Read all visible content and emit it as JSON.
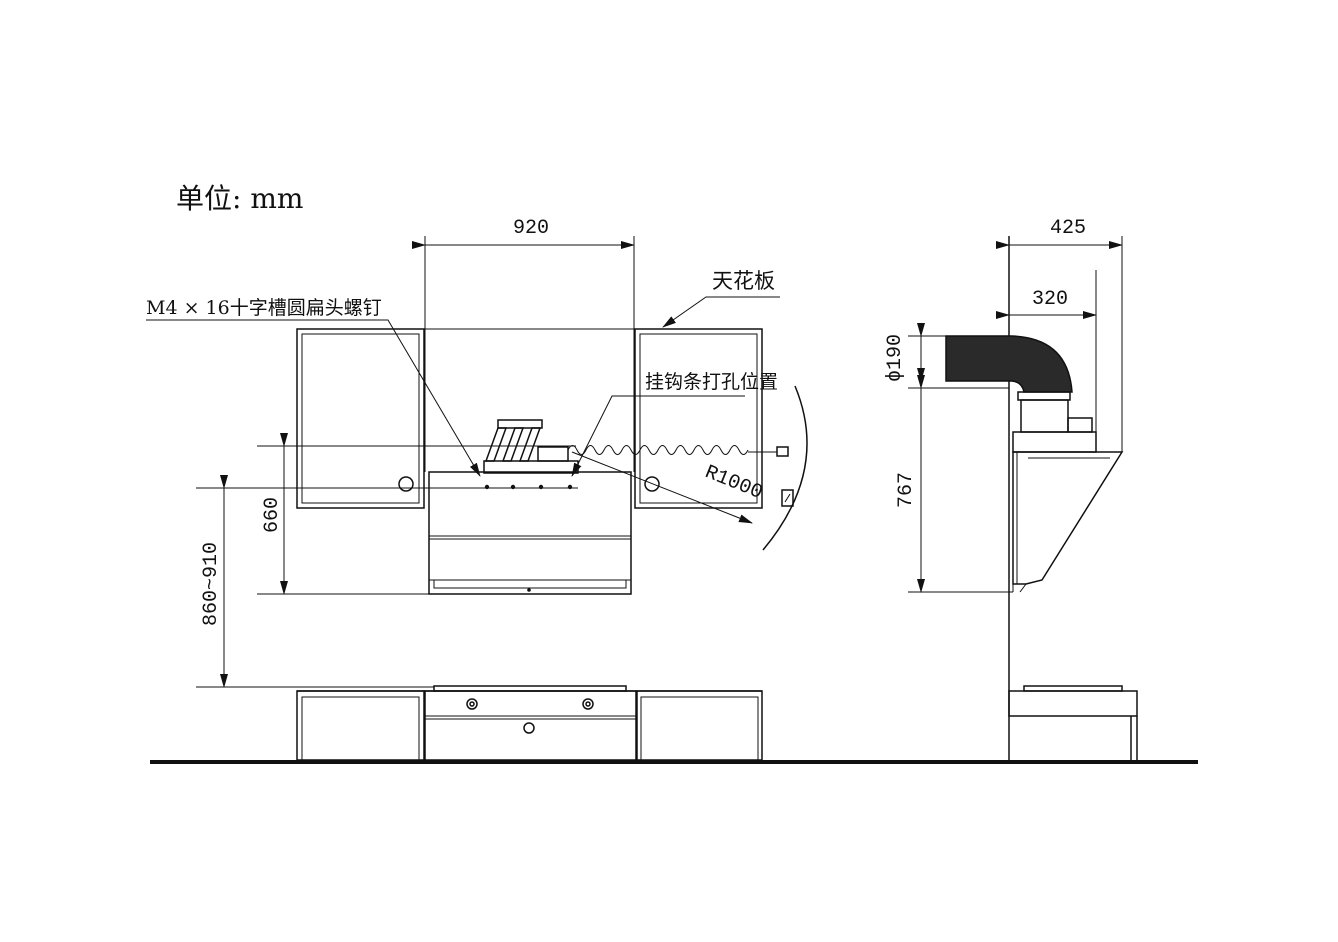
{
  "unit_label": "单位: mm",
  "dimensions": {
    "width_front": "920",
    "depth_total": "425",
    "depth_body": "320",
    "duct_diameter": "ϕ190",
    "height_767": "767",
    "height_660": "660",
    "install_height": "860~910",
    "radius": "R1000"
  },
  "callouts": {
    "ceiling": "天花板",
    "screw": "M4 × 16十字槽圆扁头螺钉",
    "hook_holes": "挂钩条打孔位置"
  }
}
